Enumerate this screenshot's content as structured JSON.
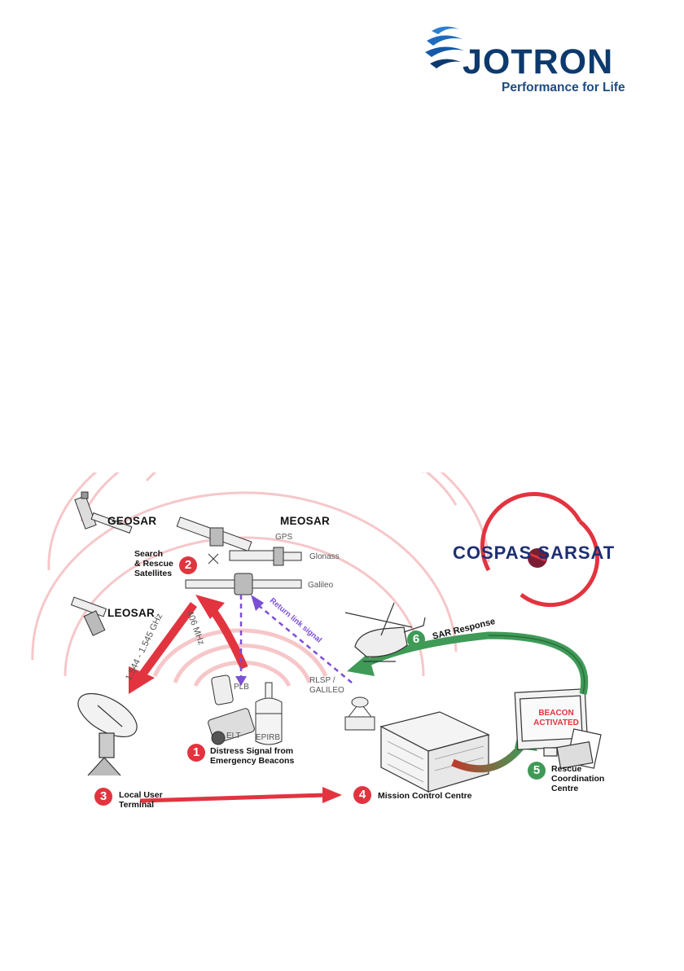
{
  "brand": {
    "name": "JOTRON",
    "tagline": "Performance for Life",
    "color": "#0d3a6e"
  },
  "diagram": {
    "systems": {
      "geosar": "GEOSAR",
      "meosar": "MEOSAR",
      "leosar": "LEOSAR"
    },
    "constellations": {
      "gps": "GPS",
      "glonass": "Glonass",
      "galileo": "Galileo"
    },
    "cospas_logo": "COSPAS SARSAT",
    "steps": [
      {
        "number": "1",
        "label_line1": "Distress Signal from",
        "label_line2": "Emergency Beacons",
        "color": "#e2343f"
      },
      {
        "number": "2",
        "label_line1": "Search",
        "label_line2": "& Rescue",
        "label_line3": "Satellites",
        "color": "#e2343f"
      },
      {
        "number": "3",
        "label_line1": "Local User",
        "label_line2": "Terminal",
        "color": "#e2343f"
      },
      {
        "number": "4",
        "label_line1": "Mission Control Centre",
        "color": "#e2343f"
      },
      {
        "number": "5",
        "label_line1": "Rescue",
        "label_line2": "Coordination",
        "label_line3": "Centre",
        "color": "#3f9a57"
      },
      {
        "number": "6",
        "label_line1": "SAR Response",
        "color": "#3f9a57"
      }
    ],
    "beacons": {
      "plb": "PLB",
      "elt": "ELT",
      "epirb": "EPIRB"
    },
    "links": {
      "uplink": "406 MHz",
      "downlink": "1.544 - 1.545 GHz",
      "return": "Return link signal",
      "rlsp_line1": "RLSP /",
      "rlsp_line2": "GALILEO"
    },
    "screen": {
      "line1": "BEACON",
      "line2": "ACTIVATED"
    }
  }
}
